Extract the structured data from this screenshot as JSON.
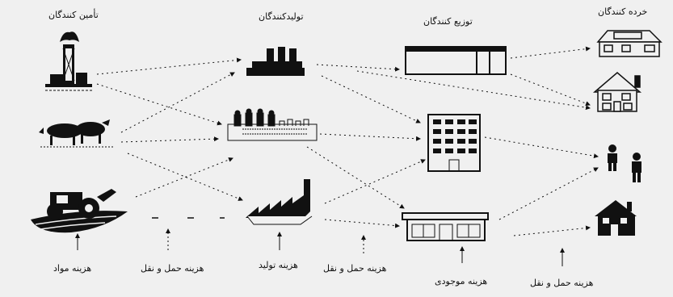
{
  "headers": {
    "suppliers": "تأمین کنندگان",
    "producers": "تولیدکنندگان",
    "distributors": "توزیع کنندگان",
    "retailers": "خرده کنندگان"
  },
  "cost_labels": {
    "materials": "هزینه مواد",
    "transport_1": "هزینه حمل و نقل",
    "production": "هزینه تولید",
    "transport_2": "هزینه حمل و نقل",
    "inventory": "هزینه موجودی",
    "transport_3": "هزینه حمل و نقل"
  },
  "colors": {
    "background": "#f0f0f0",
    "ink": "#111111"
  }
}
